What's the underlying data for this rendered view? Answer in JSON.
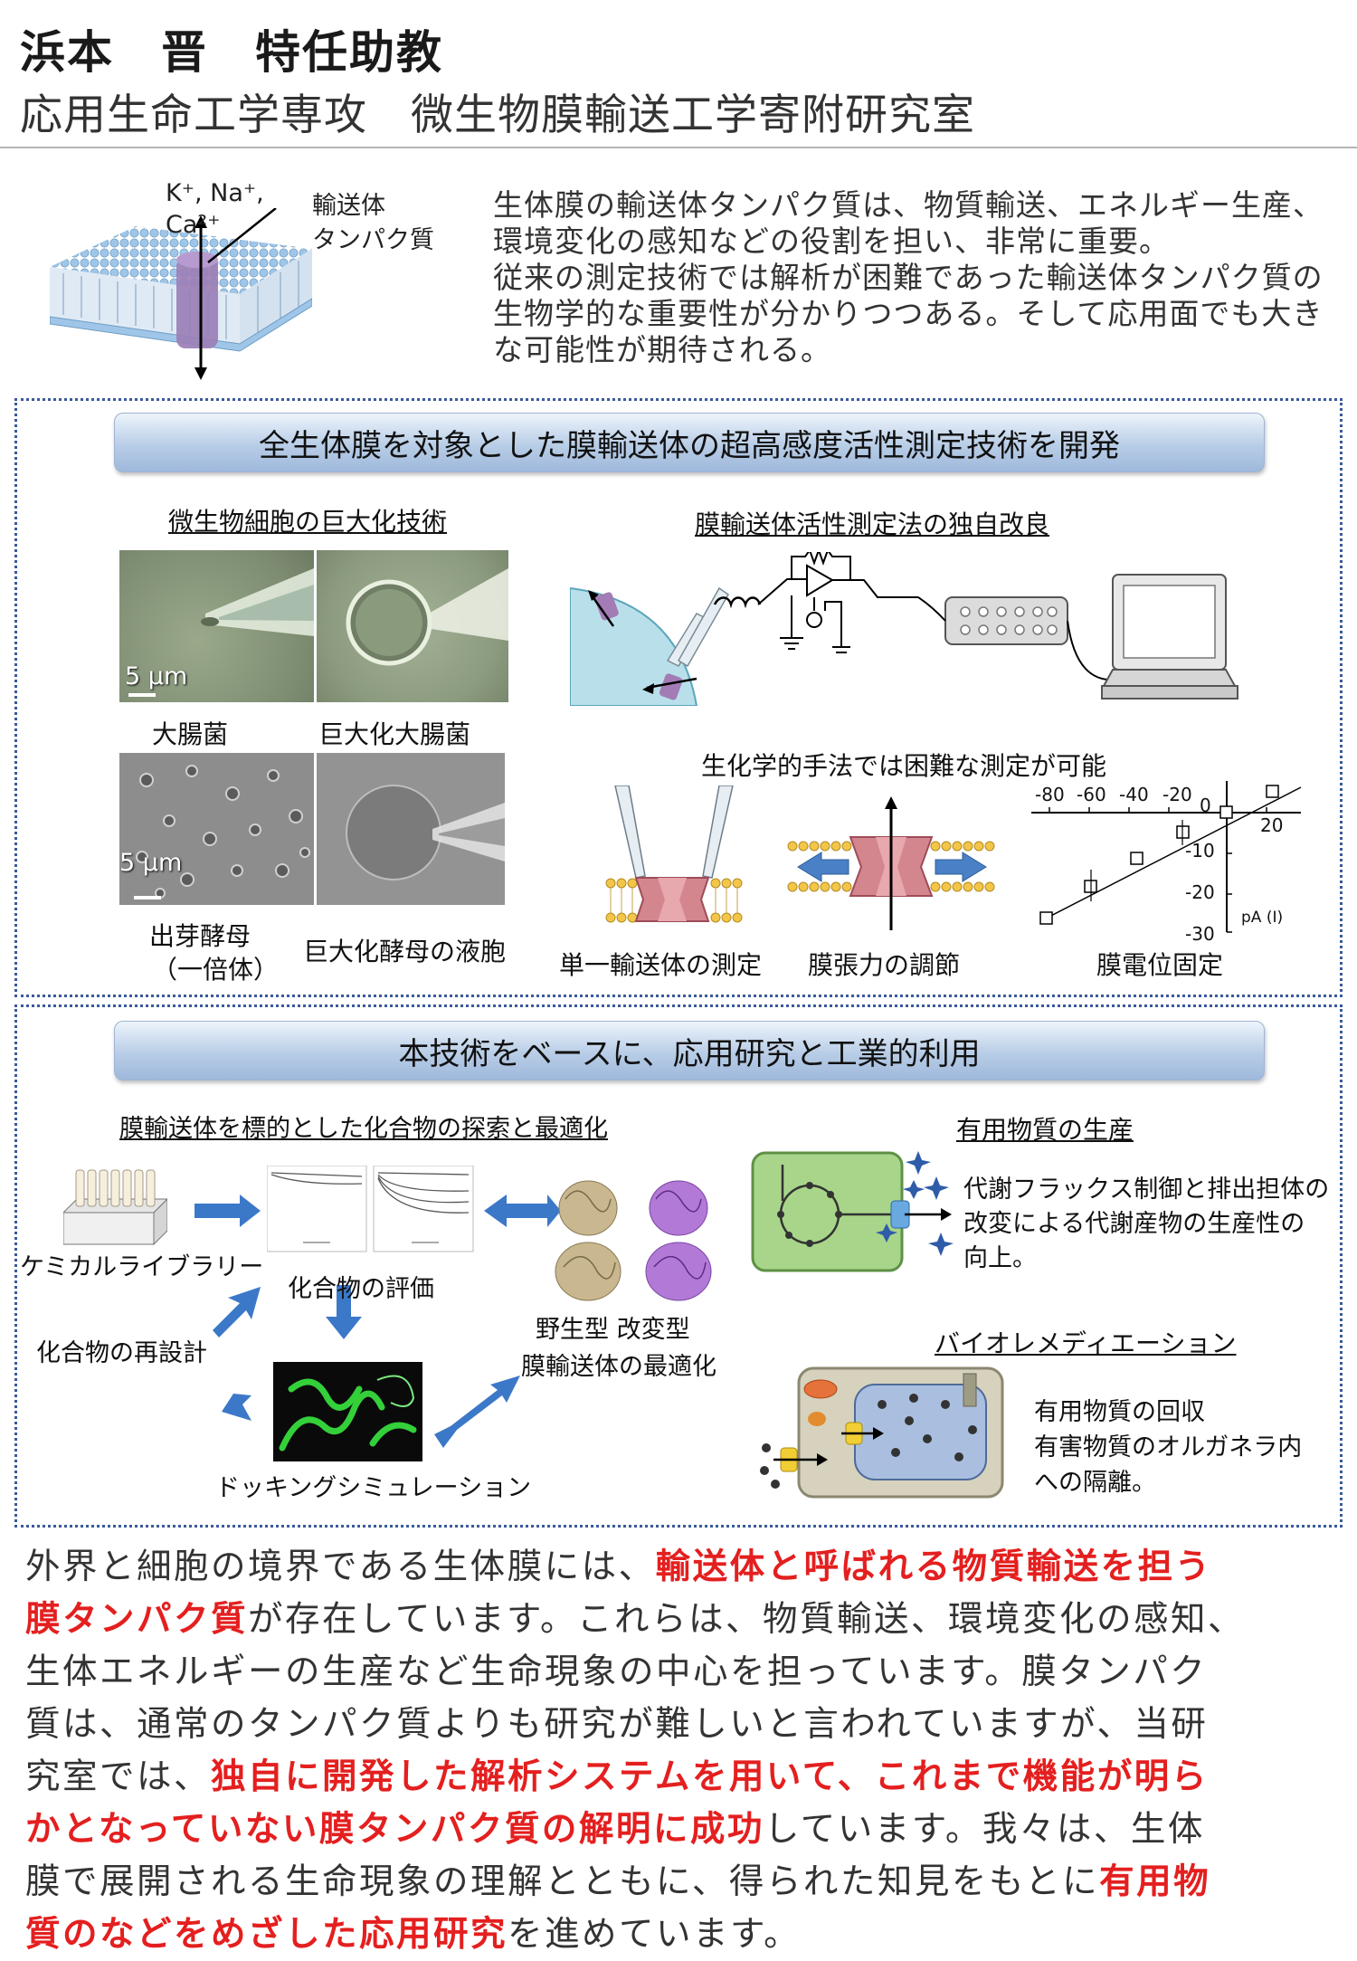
{
  "header": {
    "name": "浜本　晋　特任助教",
    "department": "応用生命工学専攻　微生物膜輸送工学寄附研究室"
  },
  "intro": {
    "ions_line1": "K⁺, Na⁺,",
    "ions_line2": "Ca²⁺",
    "protein_label_1": "輸送体",
    "protein_label_2": "タンパク質",
    "lines": [
      "生体膜の輸送体タンパク質は、物質輸送、エネルギー生産、",
      "環境変化の感知などの役割を担い、非常に重要。",
      "従来の測定技術では解析が困難であった輸送体タンパク質の",
      "生物学的な重要性が分かりつつある。そして応用面でも大き",
      "な可能性が期待される。"
    ]
  },
  "section1": {
    "banner": "全生体膜を対象とした膜輸送体の超高感度活性測定技術を開発",
    "left_heading": "微生物細胞の巨大化技術",
    "right_heading": "膜輸送体活性測定法の独自改良",
    "scale_label": "5 μm",
    "cap_ecoli": "大腸菌",
    "cap_giant_ecoli": "巨大化大腸菌",
    "cap_yeast_1": "出芽酵母",
    "cap_yeast_2": "（一倍体）",
    "cap_giant_yeast": "巨大化酵母の液胞",
    "subheading": "生化学的手法では困難な測定が可能",
    "cap_single": "単一輸送体の測定",
    "cap_tension": "膜張力の調節",
    "cap_voltage": "膜電位固定",
    "iv_xticks": [
      "-80",
      "-60",
      "-40",
      "-20",
      "0",
      "20"
    ],
    "iv_yticks": [
      "-10",
      "-20",
      "-30"
    ],
    "iv_ylabel": "pA (I)"
  },
  "section2": {
    "banner": "本技術をベースに、応用研究と工業的利用",
    "left_heading": "膜輸送体を標的とした化合物の探索と最適化",
    "chem_library": "ケミカルライブラリー",
    "evaluation": "化合物の評価",
    "redesign": "化合物の再設計",
    "docking": "ドッキングシミュレーション",
    "wild_mut": "野生型 改変型",
    "optimization": "膜輸送体の最適化",
    "production_heading": "有用物質の生産",
    "production_lines": [
      "代謝フラックス制御と排出担体の",
      "改変による代謝産物の生産性の",
      "向上。"
    ],
    "bioremed_heading": "バイオレメディエーション",
    "bioremed_lines": [
      "有用物質の回収",
      "有害物質のオルガネラ内",
      "への隔離。"
    ]
  },
  "summary": {
    "line1": [
      {
        "t": "外界と細胞の境界である生体膜には、",
        "red": false
      },
      {
        "t": "輸送体と呼ばれる物質輸送を担う",
        "red": true
      }
    ],
    "line2": [
      {
        "t": "膜タンパク質",
        "red": true
      },
      {
        "t": "が存在しています。これらは、物質輸送、環境変化の感知、",
        "red": false
      }
    ],
    "line3": [
      {
        "t": "生体エネルギーの生産など生命現象の中心を担っています。膜タンパク",
        "red": false
      }
    ],
    "line4": [
      {
        "t": "質は、通常のタンパク質よりも研究が難しいと言われていますが、当研",
        "red": false
      }
    ],
    "line5": [
      {
        "t": "究室では、",
        "red": false
      },
      {
        "t": "独自に開発した解析システムを用いて、これまで機能が明ら",
        "red": true
      }
    ],
    "line6": [
      {
        "t": "かとなっていない膜タンパク質の解明に成功",
        "red": true
      },
      {
        "t": "しています。我々は、生体",
        "red": false
      }
    ],
    "line7": [
      {
        "t": "膜で展開される生命現象の理解とともに、得られた知見をもとに",
        "red": false
      },
      {
        "t": "有用物",
        "red": true
      }
    ],
    "line8": [
      {
        "t": "質のなどをめざした応用研究",
        "red": true
      },
      {
        "t": "を進めています。",
        "red": false
      }
    ]
  }
}
